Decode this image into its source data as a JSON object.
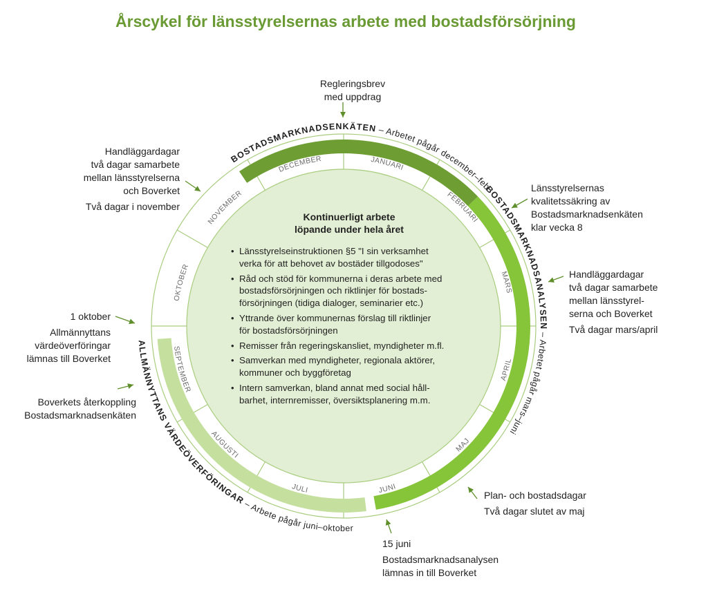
{
  "title": "Årscykel för länsstyrelsernas arbete med bostadsförsörjning",
  "center": {
    "heading": [
      "Kontinuerligt arbete",
      "löpande under hela året"
    ],
    "items": [
      {
        "lines": [
          "Länsstyrelseinstruktionen §5 \"I sin verksamhet",
          "verka för att behovet av bostäder tillgodoses\""
        ]
      },
      {
        "lines": [
          "Råd och stöd för kommunerna i deras arbete med",
          "bostadsförsörjningen och riktlinjer för bostads-",
          "försörjningen (tidiga dialoger, seminarier etc.)"
        ]
      },
      {
        "lines": [
          "Yttrande över kommunernas förslag till riktlinjer",
          "för bostadsförsörjningen"
        ]
      },
      {
        "lines": [
          "Remisser från regeringskansliet, myndigheter m.fl."
        ]
      },
      {
        "lines": [
          "Samverkan med myndigheter, regionala aktörer,",
          "kommuner och byggföretag"
        ]
      },
      {
        "lines": [
          "Intern samverkan, bland annat med social håll-",
          "barhet, internremisser, översiktsplanering m.m."
        ]
      }
    ]
  },
  "months": [
    "DECEMBER",
    "JANUARI",
    "FEBRUARI",
    "MARS",
    "APRIL",
    "MAJ",
    "JUNI",
    "JULI",
    "AUGUSTI",
    "SEPTEMBER",
    "OKTOBER",
    "NOVEMBER"
  ],
  "arcs": {
    "enkat": {
      "caps": "BOSTADSMARKNADSENKÄTEN",
      "rest": " – Arbetet pågår december–februari",
      "color": "#6e9e33"
    },
    "analys": {
      "caps": "BOSTADSMARKNADSANALYSEN",
      "rest": " – Arbetet pågår mars–juni",
      "color": "#86c43a"
    },
    "allmannytta": {
      "caps": "ALLMÄNNYTTANS VÄRDEÖVERFÖRINGAR",
      "rest": " – Arbete pågår juni–oktober",
      "color": "#c5df9e"
    }
  },
  "colors": {
    "title": "#6a9a34",
    "inner_fill": "#e3efd4",
    "ring_stroke": "#a8cc7e",
    "arrow": "#5f8f2a"
  },
  "annotations": {
    "regleringsbrev": [
      "Regleringsbrev",
      "med uppdrag"
    ],
    "handlaggar_nov": [
      "Handläggardagar",
      "två dagar samarbete",
      "mellan länsstyrelserna",
      "och Boverket",
      "Två dagar i november"
    ],
    "kvalitet": [
      "Länsstyrelsernas",
      "kvalitetssäkring av",
      "Bostadsmarknadsenkäten",
      "klar vecka 8"
    ],
    "handlaggar_mars": [
      "Handläggardagar",
      "två dagar samarbete",
      "mellan länsstyrel-",
      "serna och Boverket",
      "Två dagar mars/april"
    ],
    "oktober": [
      "1 oktober",
      "Allmännyttans",
      "värdeöverföringar",
      "lämnas till Boverket"
    ],
    "aterkoppling": [
      "Boverkets återkoppling",
      "Bostadsmarknadsenkäten"
    ],
    "plan": [
      "Plan- och bostadsdagar",
      "Två dagar slutet av maj"
    ],
    "juni": [
      "15 juni",
      "Bostadsmarknadsanalysen",
      "lämnas in till Boverket"
    ]
  }
}
